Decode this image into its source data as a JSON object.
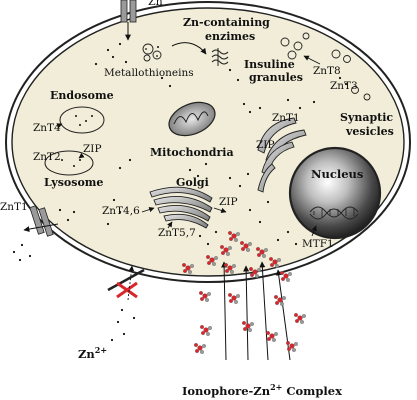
{
  "labels": {
    "zn_top": "Zn",
    "zn_enzymes": "Zn-containing",
    "zn_enzymes_2": "enzimes",
    "metallothioneins": "Metallothioneins",
    "insuline": "Insuline",
    "insuline_2": "granules",
    "znt8": "ZnT8",
    "znt3": "ZnT3",
    "synaptic": "Synaptic",
    "synaptic_2": "vesicles",
    "endosome": "Endosome",
    "znt4": "ZnT4",
    "mitochondria": "Mitochondria",
    "znt1_right": "ZnT1",
    "zip_right": "ZIP",
    "znt2": "ZnT2",
    "zip_lyso": "ZIP",
    "lysosome": "Lysosome",
    "golgi": "Golgi",
    "nucleus": "Nucleus",
    "znt46": "ZnT4,6",
    "zip_golgi": "ZIP",
    "znt57": "ZnT5,7",
    "znt1_left": "ZnT1",
    "mtf1": "MTF1",
    "zn2": "Zn",
    "zn2_sup": "2+",
    "ionophore": "Ionophore-Zn",
    "ionophore_sup": "2+",
    "ionophore_2": " Complex"
  },
  "colors": {
    "cytoplasm": "#f1edd8",
    "membrane": "#222222",
    "complex_red": "#d9262c",
    "block_red": "#d9262c",
    "nucleus": "#3a3a3a"
  }
}
